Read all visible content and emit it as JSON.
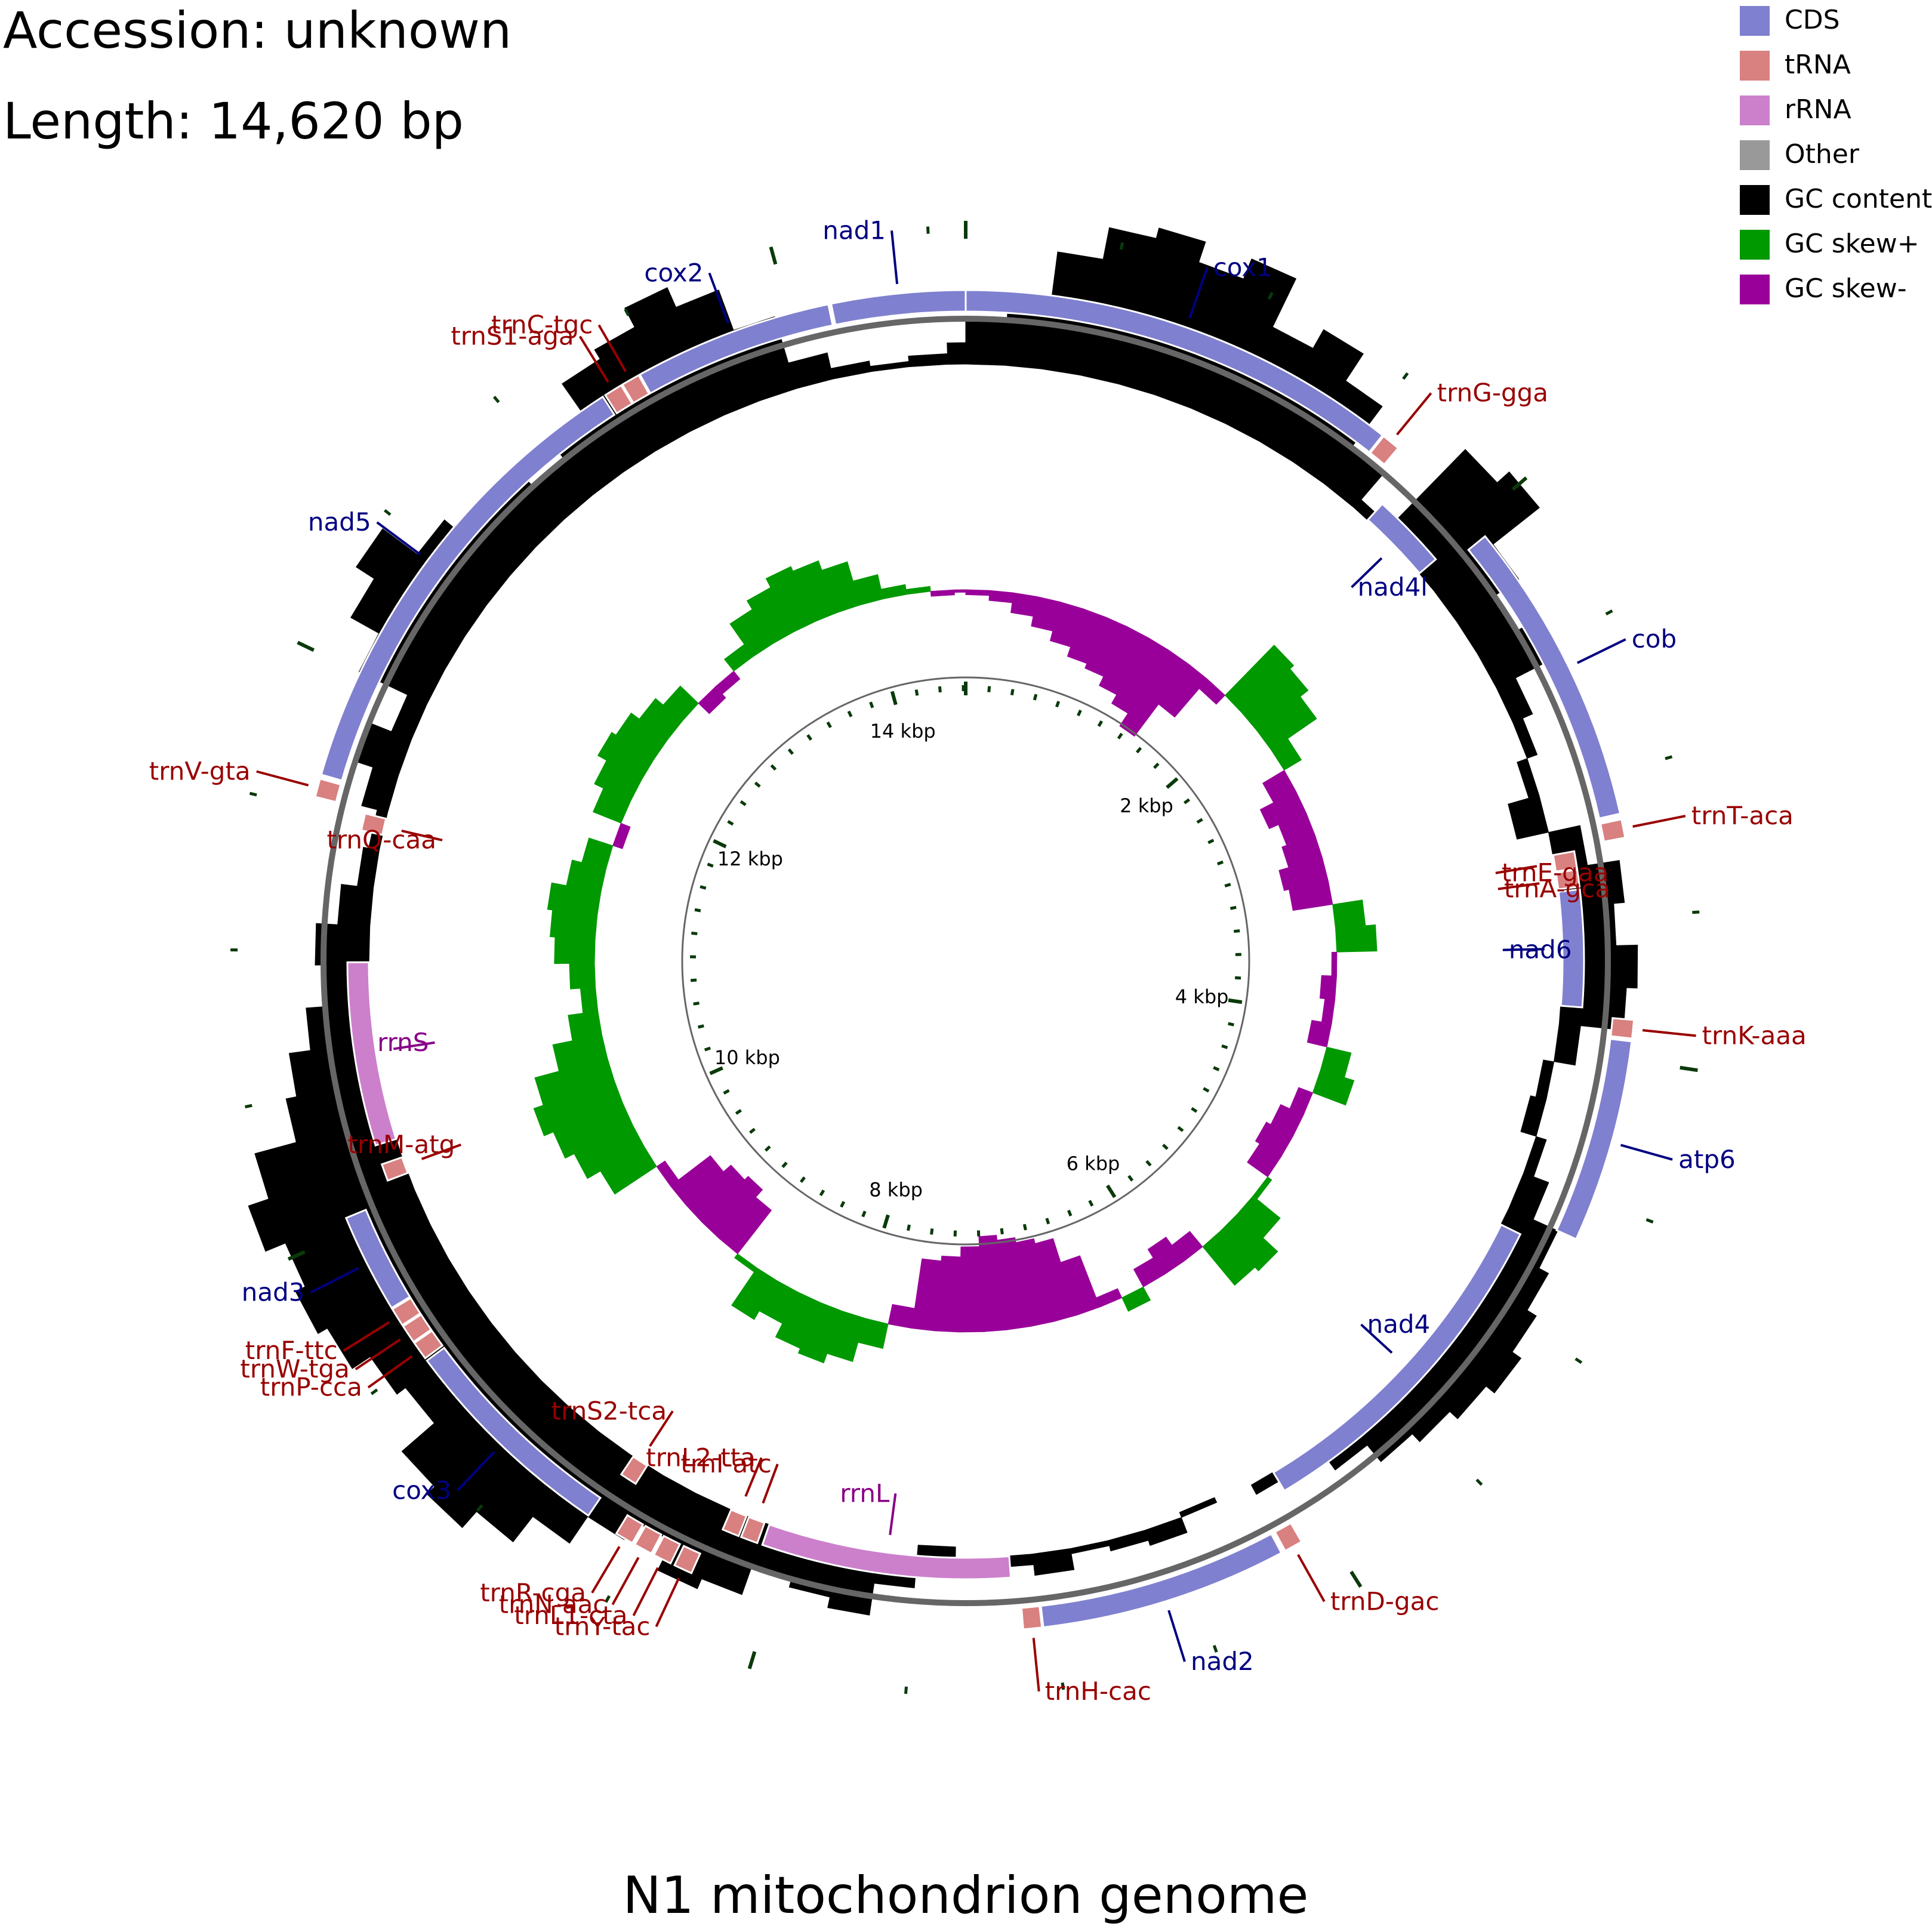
{
  "header": {
    "accession": "Accession: unknown",
    "length": "Length: 14,620 bp"
  },
  "title": "N1 mitochondrion genome",
  "colors": {
    "cds": "#8080d0",
    "trna": "#d98080",
    "rrna": "#cc80cc",
    "other": "#999999",
    "gc_content": "#000000",
    "gc_skew_pos": "#009900",
    "gc_skew_neg": "#990099",
    "label_cds": "#000080",
    "label_trna": "#990000",
    "label_rrna": "#880088"
  },
  "legend": [
    {
      "label": "CDS",
      "color": "#8080d0"
    },
    {
      "label": "tRNA",
      "color": "#d98080"
    },
    {
      "label": "rRNA",
      "color": "#cc80cc"
    },
    {
      "label": "Other",
      "color": "#999999"
    },
    {
      "label": "GC content",
      "color": "#000000"
    },
    {
      "label": "GC skew+",
      "color": "#009900"
    },
    {
      "label": "GC skew-",
      "color": "#990099"
    }
  ],
  "genome_length": 14620,
  "scale_labels": [
    "2 kbp",
    "4 kbp",
    "6 kbp",
    "8 kbp",
    "10 kbp",
    "12 kbp",
    "14 kbp"
  ],
  "features": [
    {
      "name": "cox1",
      "type": "CDS",
      "start": 0,
      "end": 1560,
      "strand": 1,
      "ring": "outer"
    },
    {
      "name": "trnG-gga",
      "type": "tRNA",
      "start": 1565,
      "end": 1630,
      "strand": 1,
      "ring": "outer"
    },
    {
      "name": "nad4l",
      "type": "CDS",
      "start": 1720,
      "end": 2010,
      "strand": -1,
      "ring": "inner"
    },
    {
      "name": "cob",
      "type": "CDS",
      "start": 2060,
      "end": 3140,
      "strand": 1,
      "ring": "outer"
    },
    {
      "name": "trnT-aca",
      "type": "tRNA",
      "start": 3160,
      "end": 3225,
      "strand": 1,
      "ring": "outer"
    },
    {
      "name": "trnE-gaa",
      "type": "tRNA",
      "start": 3240,
      "end": 3305,
      "strand": -1,
      "ring": "inner"
    },
    {
      "name": "trnA-gca",
      "type": "tRNA",
      "start": 3310,
      "end": 3375,
      "strand": -1,
      "ring": "inner"
    },
    {
      "name": "nad6",
      "type": "CDS",
      "start": 3385,
      "end": 3830,
      "strand": -1,
      "ring": "inner"
    },
    {
      "name": "trnK-aaa",
      "type": "tRNA",
      "start": 3860,
      "end": 3925,
      "strand": 1,
      "ring": "outer"
    },
    {
      "name": "atp6",
      "type": "CDS",
      "start": 3935,
      "end": 4650,
      "strand": 1,
      "ring": "outer"
    },
    {
      "name": "nad4",
      "type": "CDS",
      "start": 4720,
      "end": 6050,
      "strand": -1,
      "ring": "inner"
    },
    {
      "name": "trnD-gac",
      "type": "tRNA",
      "start": 6090,
      "end": 6155,
      "strand": 1,
      "ring": "outer"
    },
    {
      "name": "nad2",
      "type": "CDS",
      "start": 6170,
      "end": 7040,
      "strand": 1,
      "ring": "outer"
    },
    {
      "name": "trnH-cac",
      "type": "tRNA",
      "start": 7045,
      "end": 7110,
      "strand": 1,
      "ring": "outer"
    },
    {
      "name": "rrnL",
      "type": "rRNA",
      "start": 7140,
      "end": 8090,
      "strand": -1,
      "ring": "inner"
    },
    {
      "name": "trnI-atc",
      "type": "tRNA",
      "start": 8110,
      "end": 8175,
      "strand": -1,
      "ring": "inner"
    },
    {
      "name": "trnL2-tta",
      "type": "tRNA",
      "start": 8185,
      "end": 8250,
      "strand": -1,
      "ring": "inner"
    },
    {
      "name": "trnY-tac",
      "type": "tRNA",
      "start": 8290,
      "end": 8355,
      "strand": 1,
      "ring": "outer"
    },
    {
      "name": "trnL1-cta",
      "type": "tRNA",
      "start": 8370,
      "end": 8435,
      "strand": 1,
      "ring": "outer"
    },
    {
      "name": "trnN-aac",
      "type": "tRNA",
      "start": 8445,
      "end": 8510,
      "strand": 1,
      "ring": "outer"
    },
    {
      "name": "trnR-cga",
      "type": "tRNA",
      "start": 8520,
      "end": 8585,
      "strand": 1,
      "ring": "outer"
    },
    {
      "name": "trnS2-tca",
      "type": "tRNA",
      "start": 8620,
      "end": 8685,
      "strand": -1,
      "ring": "inner"
    },
    {
      "name": "cox3",
      "type": "CDS",
      "start": 8700,
      "end": 9480,
      "strand": 1,
      "ring": "outer"
    },
    {
      "name": "trnP-cca",
      "type": "tRNA",
      "start": 9490,
      "end": 9555,
      "strand": 1,
      "ring": "outer"
    },
    {
      "name": "trnW-tga",
      "type": "tRNA",
      "start": 9560,
      "end": 9625,
      "strand": 1,
      "ring": "outer"
    },
    {
      "name": "trnF-ttc",
      "type": "tRNA",
      "start": 9630,
      "end": 9695,
      "strand": 1,
      "ring": "outer"
    },
    {
      "name": "nad3",
      "type": "CDS",
      "start": 9700,
      "end": 10050,
      "strand": 1,
      "ring": "outer"
    },
    {
      "name": "trnM-atg",
      "type": "tRNA",
      "start": 10120,
      "end": 10185,
      "strand": -1,
      "ring": "inner"
    },
    {
      "name": "rrnS",
      "type": "rRNA",
      "start": 10260,
      "end": 10960,
      "strand": -1,
      "ring": "inner"
    },
    {
      "name": "trnQ-caa",
      "type": "tRNA",
      "start": 11460,
      "end": 11525,
      "strand": -1,
      "ring": "inner"
    },
    {
      "name": "trnV-gta",
      "type": "tRNA",
      "start": 11540,
      "end": 11605,
      "strand": 1,
      "ring": "outer"
    },
    {
      "name": "nad5",
      "type": "CDS",
      "start": 11620,
      "end": 13290,
      "strand": 1,
      "ring": "outer"
    },
    {
      "name": "trnS1-aga",
      "type": "tRNA",
      "start": 13300,
      "end": 13365,
      "strand": 1,
      "ring": "outer"
    },
    {
      "name": "trnC-tgc",
      "type": "tRNA",
      "start": 13370,
      "end": 13435,
      "strand": 1,
      "ring": "outer"
    },
    {
      "name": "cox2",
      "type": "CDS",
      "start": 13440,
      "end": 14140,
      "strand": 1,
      "ring": "outer"
    },
    {
      "name": "nad1",
      "type": "CDS",
      "start": 14150,
      "end": 14620,
      "strand": 1,
      "ring": "outer"
    }
  ],
  "gc_content": [
    {
      "pos": 0,
      "v": 0.08
    },
    {
      "pos": 150,
      "v": 0.12
    },
    {
      "pos": 300,
      "v": 0.22
    },
    {
      "pos": 450,
      "v": 0.28
    },
    {
      "pos": 600,
      "v": 0.3
    },
    {
      "pos": 750,
      "v": 0.26
    },
    {
      "pos": 900,
      "v": 0.3
    },
    {
      "pos": 1050,
      "v": 0.2
    },
    {
      "pos": 1200,
      "v": 0.24
    },
    {
      "pos": 1350,
      "v": 0.18
    },
    {
      "pos": 1500,
      "v": 0.08
    },
    {
      "pos": 1650,
      "v": 0.02
    },
    {
      "pos": 1800,
      "v": 0.22
    },
    {
      "pos": 1950,
      "v": 0.25
    },
    {
      "pos": 2100,
      "v": 0.14
    },
    {
      "pos": 2250,
      "v": 0.08
    },
    {
      "pos": 2400,
      "v": 0.1
    },
    {
      "pos": 2550,
      "v": 0.04
    },
    {
      "pos": 2700,
      "v": 0.02
    },
    {
      "pos": 2850,
      "v": -0.02
    },
    {
      "pos": 3000,
      "v": -0.06
    },
    {
      "pos": 3150,
      "v": 0.06
    },
    {
      "pos": 3300,
      "v": 0.12
    },
    {
      "pos": 3450,
      "v": 0.1
    },
    {
      "pos": 3600,
      "v": 0.14
    },
    {
      "pos": 3750,
      "v": 0.12
    },
    {
      "pos": 3900,
      "v": 0.04
    },
    {
      "pos": 4050,
      "v": -0.02
    },
    {
      "pos": 4200,
      "v": -0.03
    },
    {
      "pos": 4350,
      "v": 0.02
    },
    {
      "pos": 4500,
      "v": 0.05
    },
    {
      "pos": 4650,
      "v": 0.1
    },
    {
      "pos": 4800,
      "v": 0.12
    },
    {
      "pos": 4950,
      "v": 0.14
    },
    {
      "pos": 5100,
      "v": 0.16
    },
    {
      "pos": 5250,
      "v": 0.14
    },
    {
      "pos": 5400,
      "v": 0.12
    },
    {
      "pos": 5550,
      "v": 0.1
    },
    {
      "pos": 5700,
      "v": 0.06
    },
    {
      "pos": 5850,
      "v": 0.04
    },
    {
      "pos": 6000,
      "v": 0.02
    },
    {
      "pos": 6150,
      "v": 0.0
    },
    {
      "pos": 6300,
      "v": -0.01
    },
    {
      "pos": 6450,
      "v": 0.03
    },
    {
      "pos": 6600,
      "v": 0.02
    },
    {
      "pos": 6750,
      "v": 0.01
    },
    {
      "pos": 6900,
      "v": 0.04
    },
    {
      "pos": 7050,
      "v": 0.02
    },
    {
      "pos": 7200,
      "v": 0.01
    },
    {
      "pos": 7350,
      "v": -0.02
    },
    {
      "pos": 7500,
      "v": 0.06
    },
    {
      "pos": 7650,
      "v": 0.12
    },
    {
      "pos": 7800,
      "v": 0.1
    },
    {
      "pos": 7950,
      "v": 0.08
    },
    {
      "pos": 8100,
      "v": 0.14
    },
    {
      "pos": 8250,
      "v": 0.16
    },
    {
      "pos": 8400,
      "v": 0.1
    },
    {
      "pos": 8550,
      "v": 0.14
    },
    {
      "pos": 8700,
      "v": 0.2
    },
    {
      "pos": 8850,
      "v": 0.26
    },
    {
      "pos": 9000,
      "v": 0.3
    },
    {
      "pos": 9150,
      "v": 0.28
    },
    {
      "pos": 9300,
      "v": 0.2
    },
    {
      "pos": 9450,
      "v": 0.22
    },
    {
      "pos": 9600,
      "v": 0.26
    },
    {
      "pos": 9750,
      "v": 0.28
    },
    {
      "pos": 9900,
      "v": 0.26
    },
    {
      "pos": 10050,
      "v": 0.3
    },
    {
      "pos": 10200,
      "v": 0.26
    },
    {
      "pos": 10350,
      "v": 0.18
    },
    {
      "pos": 10500,
      "v": 0.16
    },
    {
      "pos": 10650,
      "v": 0.12
    },
    {
      "pos": 10800,
      "v": 0.08
    },
    {
      "pos": 10950,
      "v": 0.1
    },
    {
      "pos": 11100,
      "v": 0.06
    },
    {
      "pos": 11250,
      "v": 0.03
    },
    {
      "pos": 11400,
      "v": 0.02
    },
    {
      "pos": 11550,
      "v": 0.05
    },
    {
      "pos": 11700,
      "v": 0.08
    },
    {
      "pos": 11850,
      "v": 0.04
    },
    {
      "pos": 12000,
      "v": 0.14
    },
    {
      "pos": 12150,
      "v": 0.2
    },
    {
      "pos": 12300,
      "v": 0.24
    },
    {
      "pos": 12450,
      "v": 0.16
    },
    {
      "pos": 12600,
      "v": 0.12
    },
    {
      "pos": 12750,
      "v": 0.1
    },
    {
      "pos": 12900,
      "v": 0.08
    },
    {
      "pos": 13050,
      "v": 0.12
    },
    {
      "pos": 13200,
      "v": 0.2
    },
    {
      "pos": 13350,
      "v": 0.22
    },
    {
      "pos": 13500,
      "v": 0.26
    },
    {
      "pos": 13650,
      "v": 0.22
    },
    {
      "pos": 13800,
      "v": 0.14
    },
    {
      "pos": 13950,
      "v": 0.05
    },
    {
      "pos": 14100,
      "v": 0.02
    },
    {
      "pos": 14250,
      "v": 0.01
    },
    {
      "pos": 14400,
      "v": 0.02
    },
    {
      "pos": 14550,
      "v": 0.04
    }
  ],
  "gc_skew": [
    {
      "pos": 0,
      "v": -0.02
    },
    {
      "pos": 150,
      "v": -0.04
    },
    {
      "pos": 300,
      "v": -0.08
    },
    {
      "pos": 450,
      "v": -0.12
    },
    {
      "pos": 600,
      "v": -0.16
    },
    {
      "pos": 750,
      "v": -0.2
    },
    {
      "pos": 900,
      "v": -0.22
    },
    {
      "pos": 1050,
      "v": -0.26
    },
    {
      "pos": 1200,
      "v": -0.3
    },
    {
      "pos": 1350,
      "v": -0.36
    },
    {
      "pos": 1500,
      "v": -0.2
    },
    {
      "pos": 1650,
      "v": -0.05
    },
    {
      "pos": 1800,
      "v": 0.28
    },
    {
      "pos": 1950,
      "v": 0.26
    },
    {
      "pos": 2100,
      "v": 0.22
    },
    {
      "pos": 2250,
      "v": 0.08
    },
    {
      "pos": 2400,
      "v": -0.1
    },
    {
      "pos": 2550,
      "v": -0.16
    },
    {
      "pos": 2700,
      "v": -0.12
    },
    {
      "pos": 2850,
      "v": -0.14
    },
    {
      "pos": 3000,
      "v": -0.18
    },
    {
      "pos": 3150,
      "v": -0.16
    },
    {
      "pos": 3300,
      "v": 0.12
    },
    {
      "pos": 3450,
      "v": 0.16
    },
    {
      "pos": 3600,
      "v": -0.02
    },
    {
      "pos": 3750,
      "v": -0.06
    },
    {
      "pos": 3900,
      "v": -0.04
    },
    {
      "pos": 4050,
      "v": -0.08
    },
    {
      "pos": 4200,
      "v": 0.1
    },
    {
      "pos": 4350,
      "v": 0.14
    },
    {
      "pos": 4500,
      "v": -0.06
    },
    {
      "pos": 4650,
      "v": -0.1
    },
    {
      "pos": 4800,
      "v": -0.12
    },
    {
      "pos": 4950,
      "v": -0.1
    },
    {
      "pos": 5100,
      "v": 0.02
    },
    {
      "pos": 5250,
      "v": 0.14
    },
    {
      "pos": 5400,
      "v": 0.22
    },
    {
      "pos": 5550,
      "v": 0.2
    },
    {
      "pos": 5700,
      "v": -0.08
    },
    {
      "pos": 5850,
      "v": -0.12
    },
    {
      "pos": 6000,
      "v": -0.08
    },
    {
      "pos": 6150,
      "v": 0.06
    },
    {
      "pos": 6300,
      "v": -0.04
    },
    {
      "pos": 6450,
      "v": -0.22
    },
    {
      "pos": 6600,
      "v": -0.32
    },
    {
      "pos": 6750,
      "v": -0.34
    },
    {
      "pos": 6900,
      "v": -0.36
    },
    {
      "pos": 7050,
      "v": -0.38
    },
    {
      "pos": 7200,
      "v": -0.34
    },
    {
      "pos": 7350,
      "v": -0.3
    },
    {
      "pos": 7500,
      "v": -0.28
    },
    {
      "pos": 7650,
      "v": -0.08
    },
    {
      "pos": 7800,
      "v": 0.1
    },
    {
      "pos": 7950,
      "v": 0.18
    },
    {
      "pos": 8100,
      "v": 0.22
    },
    {
      "pos": 8250,
      "v": 0.2
    },
    {
      "pos": 8400,
      "v": 0.14
    },
    {
      "pos": 8550,
      "v": 0.18
    },
    {
      "pos": 8700,
      "v": 0.02
    },
    {
      "pos": 8850,
      "v": -0.22
    },
    {
      "pos": 9000,
      "v": -0.26
    },
    {
      "pos": 9150,
      "v": -0.24
    },
    {
      "pos": 9300,
      "v": -0.2
    },
    {
      "pos": 9450,
      "v": -0.04
    },
    {
      "pos": 9600,
      "v": 0.2
    },
    {
      "pos": 9750,
      "v": 0.26
    },
    {
      "pos": 9900,
      "v": 0.3
    },
    {
      "pos": 10050,
      "v": 0.34
    },
    {
      "pos": 10200,
      "v": 0.3
    },
    {
      "pos": 10350,
      "v": 0.2
    },
    {
      "pos": 10500,
      "v": 0.12
    },
    {
      "pos": 10650,
      "v": 0.06
    },
    {
      "pos": 10800,
      "v": 0.1
    },
    {
      "pos": 10950,
      "v": 0.16
    },
    {
      "pos": 11100,
      "v": 0.18
    },
    {
      "pos": 11250,
      "v": 0.2
    },
    {
      "pos": 11400,
      "v": 0.14
    },
    {
      "pos": 11550,
      "v": 0.1
    },
    {
      "pos": 11700,
      "v": -0.04
    },
    {
      "pos": 11850,
      "v": 0.12
    },
    {
      "pos": 12000,
      "v": 0.16
    },
    {
      "pos": 12150,
      "v": 0.2
    },
    {
      "pos": 12300,
      "v": 0.18
    },
    {
      "pos": 12450,
      "v": 0.14
    },
    {
      "pos": 12600,
      "v": 0.1
    },
    {
      "pos": 12750,
      "v": -0.06
    },
    {
      "pos": 12900,
      "v": -0.04
    },
    {
      "pos": 13050,
      "v": 0.06
    },
    {
      "pos": 13200,
      "v": 0.16
    },
    {
      "pos": 13350,
      "v": 0.2
    },
    {
      "pos": 13500,
      "v": 0.24
    },
    {
      "pos": 13650,
      "v": 0.22
    },
    {
      "pos": 13800,
      "v": 0.18
    },
    {
      "pos": 13950,
      "v": 0.1
    },
    {
      "pos": 14100,
      "v": 0.04
    },
    {
      "pos": 14250,
      "v": 0.02
    },
    {
      "pos": 14400,
      "v": -0.02
    },
    {
      "pos": 14550,
      "v": -0.01
    }
  ]
}
